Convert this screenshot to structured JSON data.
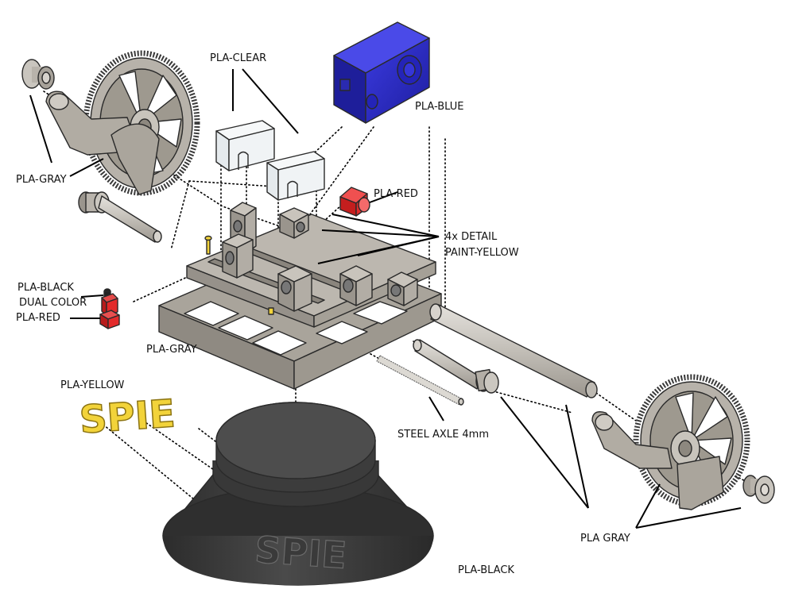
{
  "labels": {
    "pla_clear": "PLA-CLEAR",
    "pla_blue": "PLA-BLUE",
    "pla_gray_left": "PLA-GRAY",
    "pla_red_top": "PLA-RED",
    "detail_line1": "4x DETAIL",
    "detail_line2": "PAINT-YELLOW",
    "pla_black_line1": "PLA-BLACK",
    "pla_black_line2": "DUAL COLOR",
    "pla_red_left": "PLA-RED",
    "pla_gray_base": "PLA-GRAY",
    "pla_yellow": "PLA-YELLOW",
    "steel_axle": "STEEL AXLE 4mm",
    "pla_gray_right": "PLA GRAY",
    "pla_black_base": "PLA-BLACK"
  },
  "lettering": {
    "yellow_text": "SPIE",
    "base_text": "SPIE"
  },
  "colors": {
    "gray": "#b3aea6",
    "gray_dark": "#8f8a82",
    "blue": "#2f2fc9",
    "blue_dark": "#1c1c8f",
    "red": "#e32b2b",
    "yellow": "#f2d33a",
    "black_base": "#3a3a3a",
    "clear": "#eef2f4"
  }
}
